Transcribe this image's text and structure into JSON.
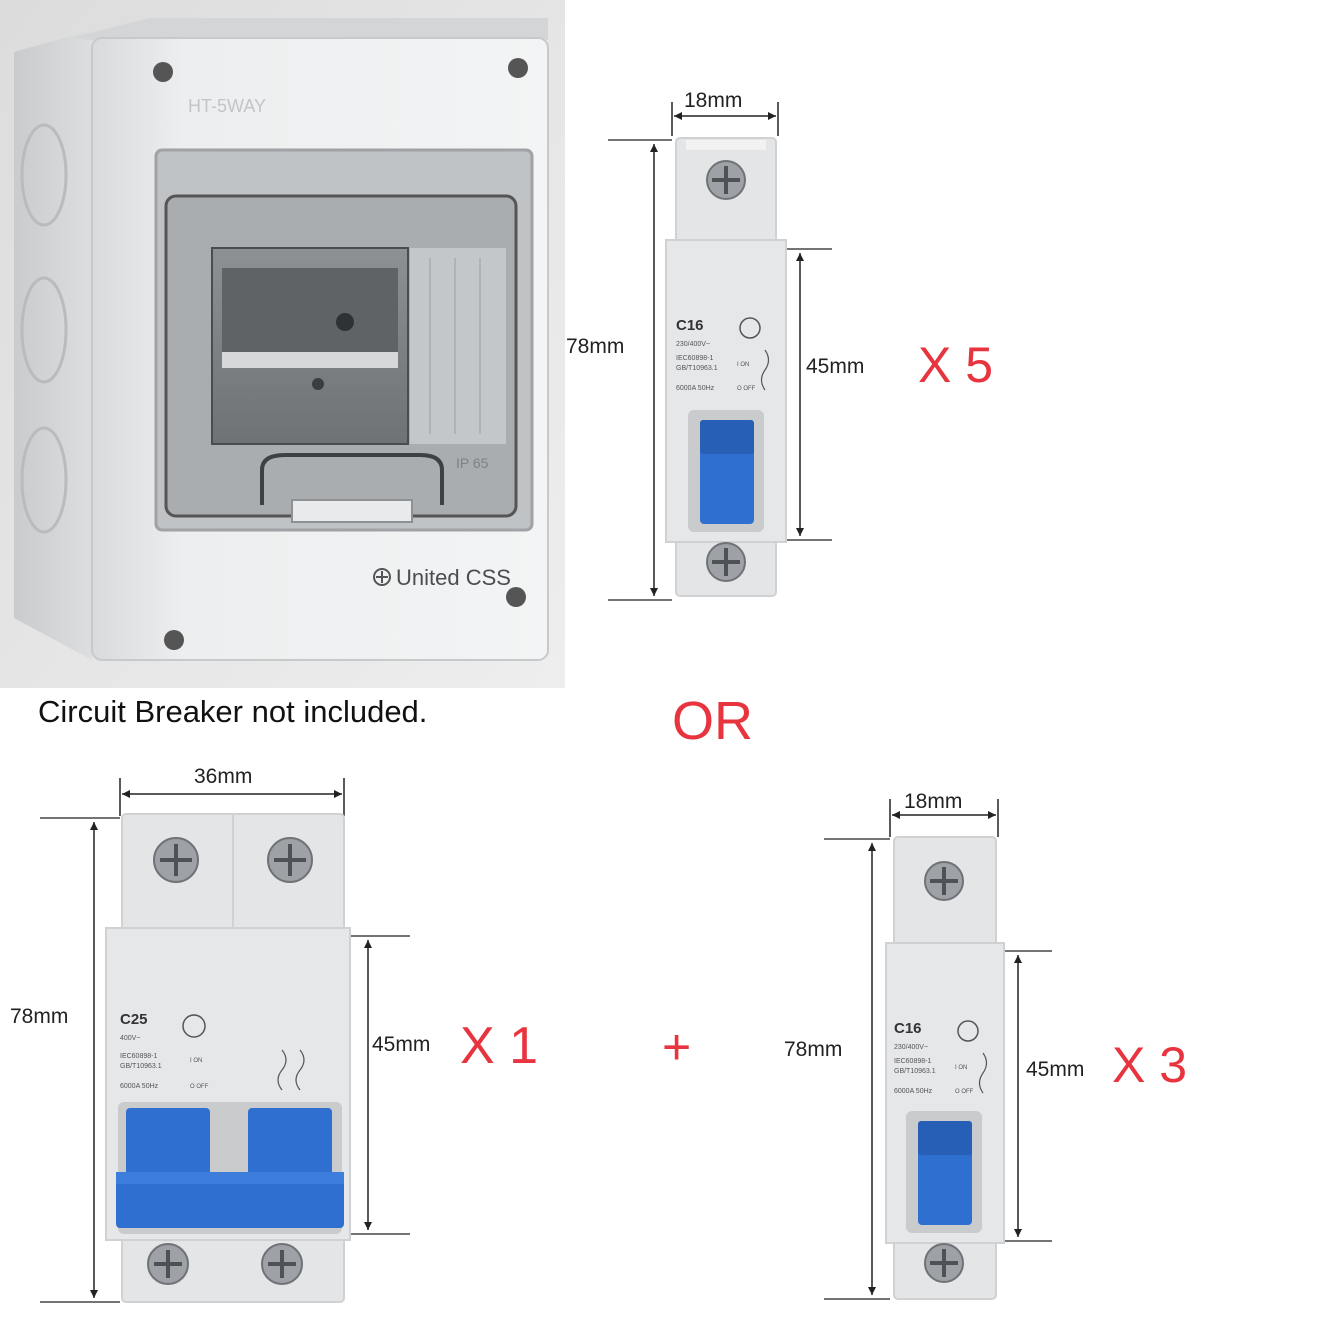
{
  "enclosure": {
    "model_text": "HT-5WAY",
    "ip_text": "IP 65",
    "brand_text": "United CSS",
    "caption": "Circuit Breaker not included."
  },
  "option_separator": "OR",
  "plus_sign": "+",
  "colors": {
    "accent_red": "#e8343f",
    "breaker_blue": "#2f6fd0",
    "breaker_body": "#e4e5e7",
    "enclosure_body": "#e9ebec"
  },
  "breaker_single_top": {
    "rating": "C16",
    "width_label": "18mm",
    "height_label": "78mm",
    "body_label": "45mm",
    "quantity": "X 5",
    "spec_lines": [
      "230/400V~",
      "IEC60898-1",
      "GB/T10963.1",
      "6000A  50Hz"
    ],
    "on_label": "I ON",
    "off_label": "O OFF"
  },
  "breaker_double": {
    "rating": "C25",
    "width_label": "36mm",
    "height_label": "78mm",
    "body_label": "45mm",
    "quantity": "X 1",
    "spec_lines": [
      "400V~",
      "IEC60898-1",
      "GB/T10963.1",
      "6000A  50Hz"
    ],
    "on_label": "I ON",
    "off_label": "O OFF"
  },
  "breaker_single_bottom": {
    "rating": "C16",
    "width_label": "18mm",
    "height_label": "78mm",
    "body_label": "45mm",
    "quantity": "X 3",
    "spec_lines": [
      "230/400V~",
      "IEC60898-1",
      "GB/T10963.1",
      "6000A  50Hz"
    ],
    "on_label": "I ON",
    "off_label": "O OFF"
  }
}
